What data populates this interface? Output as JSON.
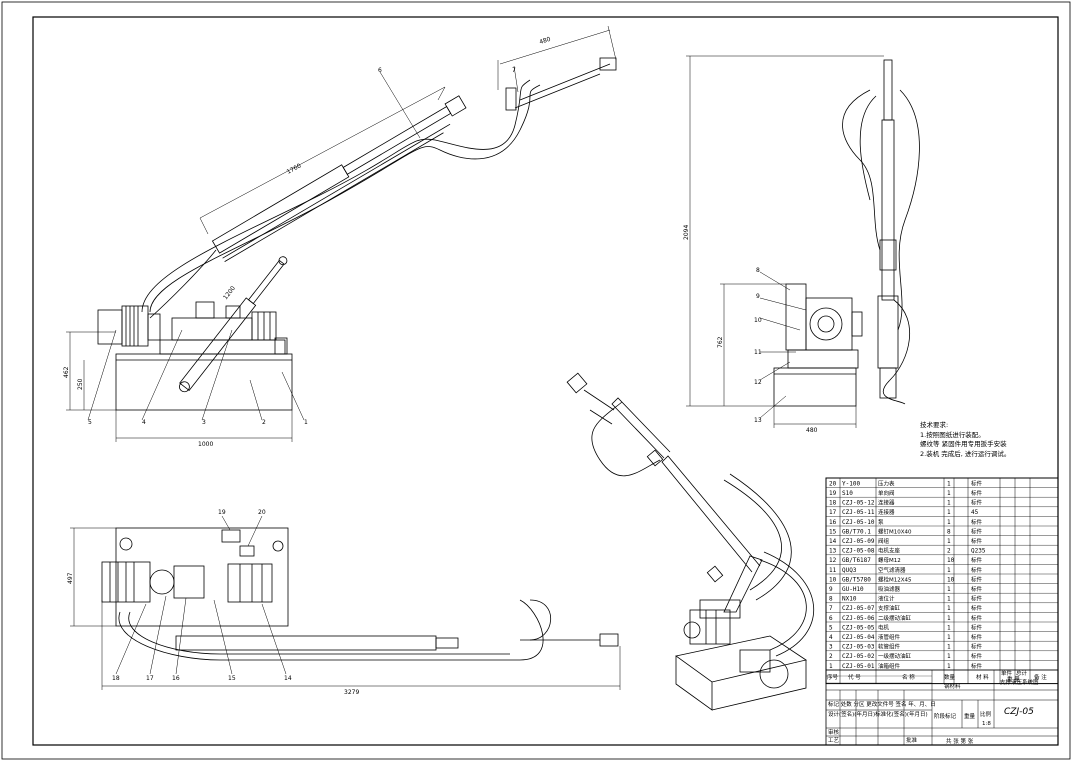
{
  "dimensions": {
    "front_stroke": "480",
    "front_arm_length": "1760",
    "front_cylinder": "1200",
    "front_height": "462",
    "front_base_height": "250",
    "front_width": "1000",
    "side_total_height": "2094",
    "side_pump_height": "762",
    "side_base_width": "480",
    "top_depth": "497",
    "top_length": "3279"
  },
  "front_labels": [
    "6",
    "7",
    "1",
    "2",
    "3",
    "4",
    "5"
  ],
  "side_labels": [
    "8",
    "9",
    "10",
    "11",
    "12",
    "13"
  ],
  "top_labels": [
    "19",
    "20",
    "18",
    "17",
    "16",
    "15",
    "14"
  ],
  "notes": {
    "title": "技术要求:",
    "line1": "1.按照图纸进行装配。",
    "line2": "螺纹等 紧固件用专用扳手安装",
    "line3": "2.装机 完成后, 进行运行调试。"
  },
  "bom": [
    {
      "no": "20",
      "code": "Y-100",
      "name": "压力表",
      "qty": "1",
      "material": "",
      "remark": "标件"
    },
    {
      "no": "19",
      "code": "S10",
      "name": "单向阀",
      "qty": "1",
      "material": "",
      "remark": "标件"
    },
    {
      "no": "18",
      "code": "CZJ-05-12",
      "name": "连接器",
      "qty": "1",
      "material": "",
      "remark": "标件"
    },
    {
      "no": "17",
      "code": "CZJ-05-11",
      "name": "连接器",
      "qty": "1",
      "material": "45",
      "remark": ""
    },
    {
      "no": "16",
      "code": "CZJ-05-10",
      "name": "泵",
      "qty": "1",
      "material": "",
      "remark": "标件"
    },
    {
      "no": "15",
      "code": "GB/T70.1",
      "name": "螺钉M10X40",
      "qty": "8",
      "material": "",
      "remark": "标件"
    },
    {
      "no": "14",
      "code": "CZJ-05-09",
      "name": "阀组",
      "qty": "1",
      "material": "",
      "remark": "标件"
    },
    {
      "no": "13",
      "code": "CZJ-05-08",
      "name": "电机支座",
      "qty": "2",
      "material": "Q235",
      "remark": ""
    },
    {
      "no": "12",
      "code": "GB/T6187",
      "name": "螺母M12",
      "qty": "10",
      "material": "",
      "remark": "标件"
    },
    {
      "no": "11",
      "code": "QUQ3",
      "name": "空气滤清器",
      "qty": "1",
      "material": "",
      "remark": "标件"
    },
    {
      "no": "10",
      "code": "GB/T5780",
      "name": "螺栓M12X45",
      "qty": "10",
      "material": "",
      "remark": "标件"
    },
    {
      "no": "9",
      "code": "GU-H10",
      "name": "吸油滤器",
      "qty": "1",
      "material": "",
      "remark": "标件"
    },
    {
      "no": "8",
      "code": "NX10",
      "name": "液位计",
      "qty": "1",
      "material": "",
      "remark": "标件"
    },
    {
      "no": "7",
      "code": "CZJ-05-07",
      "name": "支撑油缸",
      "qty": "1",
      "material": "",
      "remark": "标件"
    },
    {
      "no": "6",
      "code": "CZJ-05-06",
      "name": "二级摆动油缸",
      "qty": "1",
      "material": "",
      "remark": "标件"
    },
    {
      "no": "5",
      "code": "CZJ-05-05",
      "name": "电机",
      "qty": "1",
      "material": "",
      "remark": "标件"
    },
    {
      "no": "4",
      "code": "CZJ-05-04",
      "name": "液管组件",
      "qty": "1",
      "material": "",
      "remark": "标件"
    },
    {
      "no": "3",
      "code": "CZJ-05-03",
      "name": "软管组件",
      "qty": "1",
      "material": "",
      "remark": "标件"
    },
    {
      "no": "2",
      "code": "CZJ-05-02",
      "name": "一级摆动油缸",
      "qty": "1",
      "material": "",
      "remark": "标件"
    },
    {
      "no": "1",
      "code": "CZJ-05-01",
      "name": "油箱组件",
      "qty": "1",
      "material": "",
      "remark": "标件"
    }
  ],
  "bom_header": {
    "no": "序号",
    "code": "代 号",
    "name": "名 称",
    "qty": "数量",
    "material": "材 料",
    "weight1": "单件",
    "weight2": "总计",
    "weight3": "重 量",
    "remark": "备 注"
  },
  "title_block": {
    "material_label": "钢材料",
    "drawing_name": "支撑液压系统图",
    "drawing_no": "CZJ-05",
    "stage_label": "阶段标记",
    "weight_label": "重量",
    "scale_label": "比例",
    "scale": "1:8",
    "sheets": "共 张 第 张",
    "row1": "标记 处数 分区 更改文件号 签名 年、月、日",
    "row2": "设计(签名)(年月日)标准化(签名)(年月日)",
    "row3": "审核",
    "row4": "工艺",
    "row5": "批准"
  }
}
